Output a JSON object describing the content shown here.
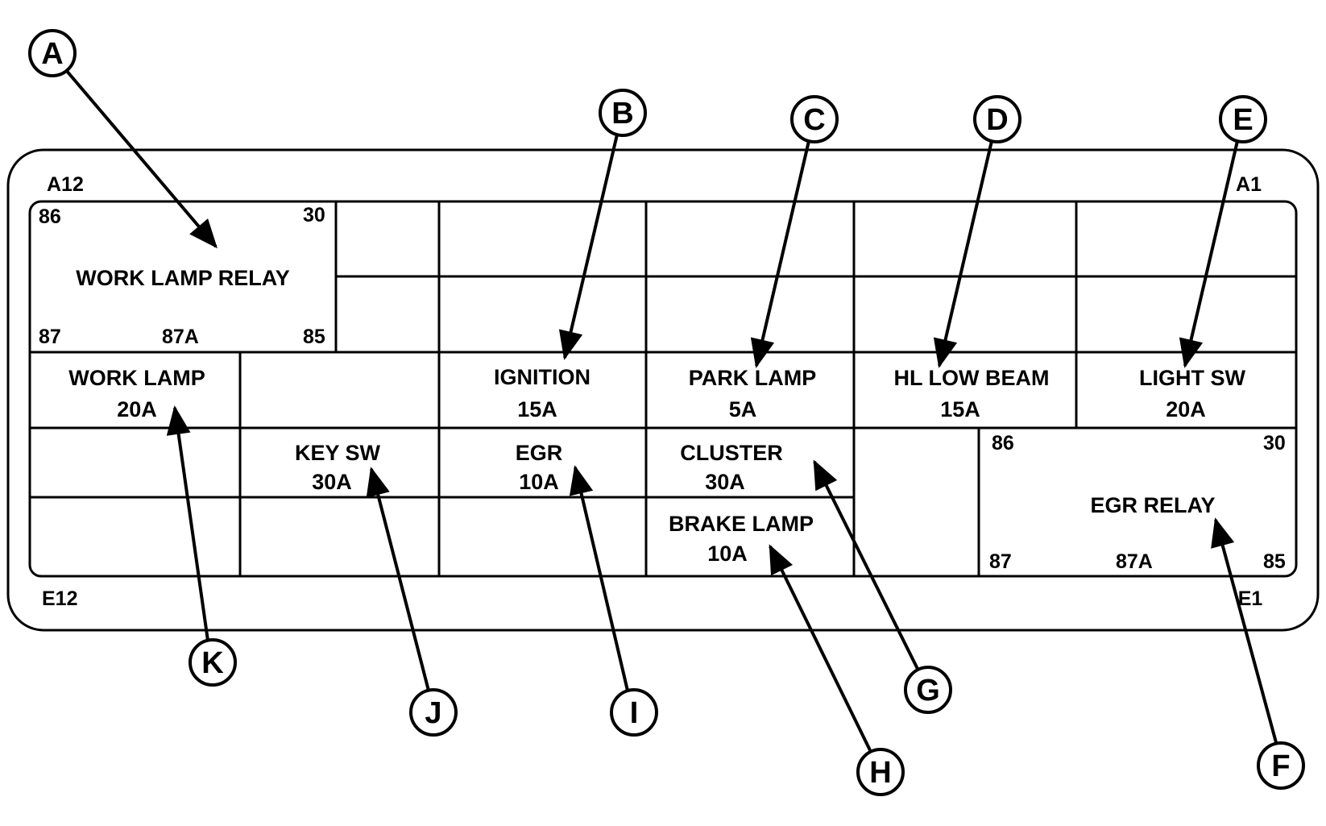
{
  "corners": {
    "top_left": "A12",
    "top_right": "A1",
    "bottom_left": "E12",
    "bottom_right": "E1"
  },
  "work_lamp_relay": {
    "label": "WORK LAMP RELAY",
    "pin_86": "86",
    "pin_30": "30",
    "pin_87": "87",
    "pin_87a": "87A",
    "pin_85": "85"
  },
  "egr_relay": {
    "label": "EGR RELAY",
    "pin_86": "86",
    "pin_30": "30",
    "pin_87": "87",
    "pin_87a": "87A",
    "pin_85": "85"
  },
  "fuses": {
    "work_lamp": {
      "name": "WORK LAMP",
      "rating": "20A"
    },
    "ignition": {
      "name": "IGNITION",
      "rating": "15A"
    },
    "park_lamp": {
      "name": "PARK LAMP",
      "rating": "5A"
    },
    "hl_low_beam": {
      "name": "HL LOW BEAM",
      "rating": "15A"
    },
    "light_sw": {
      "name": "LIGHT SW",
      "rating": "20A"
    },
    "key_sw": {
      "name": "KEY SW",
      "rating": "30A"
    },
    "egr": {
      "name": "EGR",
      "rating": "10A"
    },
    "cluster": {
      "name": "CLUSTER",
      "rating": "30A"
    },
    "brake_lamp": {
      "name": "BRAKE LAMP",
      "rating": "10A"
    }
  },
  "callouts": {
    "a": "A",
    "b": "B",
    "c": "C",
    "d": "D",
    "e": "E",
    "f": "F",
    "g": "G",
    "h": "H",
    "i": "I",
    "j": "J",
    "k": "K"
  }
}
